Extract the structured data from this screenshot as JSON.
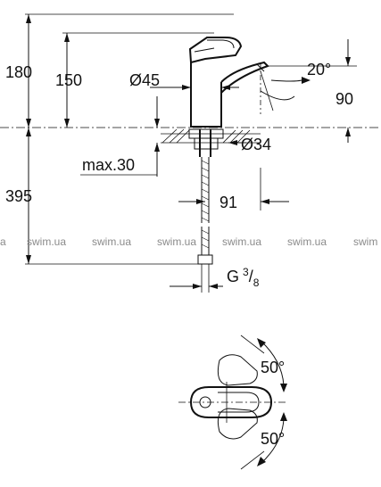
{
  "dimensions": {
    "height_total": "180",
    "height_spout": "150",
    "diameter_body": "Ø45",
    "spout_angle": "20°",
    "projection": "90",
    "diameter_hole": "Ø34",
    "max_thickness": "max.30",
    "below_counter": "395",
    "reach": "91",
    "thread_base": "G",
    "thread_num": "3",
    "thread_den": "8",
    "lever_angle_top": "50°",
    "lever_angle_bottom": "50°"
  },
  "watermark": {
    "items": [
      "a",
      "swim.ua",
      "swim.ua",
      "swim.ua",
      "swim.ua",
      "swim.ua",
      "swim"
    ]
  }
}
